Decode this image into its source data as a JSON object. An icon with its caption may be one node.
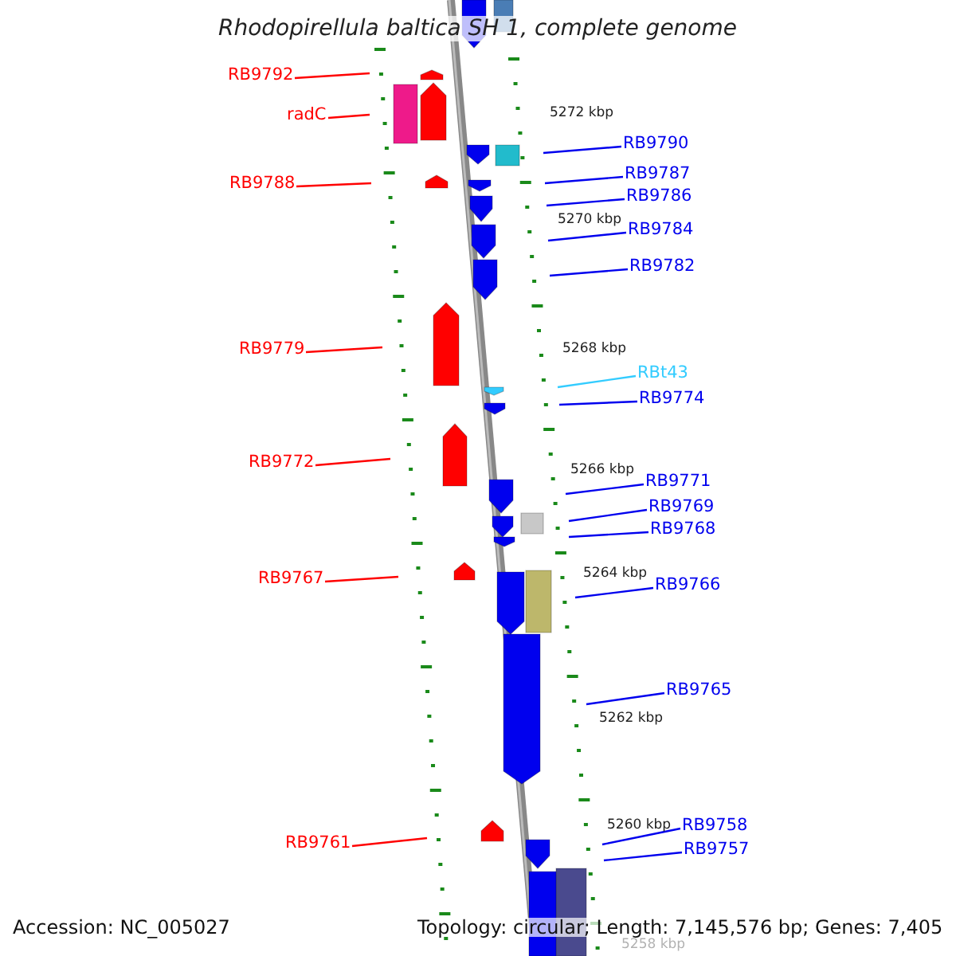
{
  "diagram": {
    "title": "Rhodopirellula baltica SH 1, complete genome",
    "nodes": [
      {
        "text": [
          "RB9792"
        ]
      },
      {
        "text": [
          "radC"
        ]
      },
      {
        "text": [
          "RB9790"
        ]
      },
      {
        "text": [
          "RB9787"
        ]
      },
      {
        "text": [
          "RB9788"
        ]
      },
      {
        "text": [
          "RB9786"
        ]
      },
      {
        "text": [
          "RB9784"
        ]
      },
      {
        "text": [
          "RB9782"
        ]
      },
      {
        "text": [
          "RB9779"
        ]
      },
      {
        "text": [
          "RBt43"
        ]
      },
      {
        "text": [
          "RB9774"
        ]
      },
      {
        "text": [
          "RB9772"
        ]
      },
      {
        "text": [
          "RB9771"
        ]
      },
      {
        "text": [
          "RB9769"
        ]
      },
      {
        "text": [
          "RB9768"
        ]
      },
      {
        "text": [
          "RB9767"
        ]
      },
      {
        "text": [
          "RB9766"
        ]
      },
      {
        "text": [
          "RB9765"
        ]
      },
      {
        "text": [
          "RB9758"
        ]
      },
      {
        "text": [
          "RB9761"
        ]
      },
      {
        "text": [
          "RB9757"
        ]
      }
    ],
    "edges": [
      {
        "from": 0,
        "to": null,
        "arrow": "none",
        "color": "#ff0000"
      },
      {
        "from": 1,
        "to": null,
        "arrow": "none",
        "color": "#ff0000"
      },
      {
        "from": 2,
        "to": null,
        "arrow": "none"
      },
      {
        "from": 3,
        "to": null,
        "arrow": "none"
      },
      {
        "from": 4,
        "to": null,
        "arrow": "none",
        "color": "#ff0000"
      },
      {
        "from": 5,
        "to": null,
        "arrow": "none"
      },
      {
        "from": 6,
        "to": null,
        "arrow": "none"
      },
      {
        "from": 7,
        "to": null,
        "arrow": "none"
      },
      {
        "from": 8,
        "to": null,
        "arrow": "none",
        "color": "#ff0000"
      },
      {
        "from": 9,
        "to": null,
        "arrow": "none",
        "color": "#33ccff"
      },
      {
        "from": 10,
        "to": null,
        "arrow": "none"
      },
      {
        "from": 11,
        "to": null,
        "arrow": "none",
        "color": "#ff0000"
      },
      {
        "from": 12,
        "to": null,
        "arrow": "none"
      },
      {
        "from": 13,
        "to": null,
        "arrow": "none"
      },
      {
        "from": 14,
        "to": null,
        "arrow": "none"
      },
      {
        "from": 15,
        "to": null,
        "arrow": "none",
        "color": "#ff0000"
      },
      {
        "from": 16,
        "to": null,
        "arrow": "none"
      },
      {
        "from": 17,
        "to": null,
        "arrow": "none"
      },
      {
        "from": 18,
        "to": null,
        "arrow": "none"
      },
      {
        "from": 19,
        "to": null,
        "arrow": "none",
        "color": "#ff0000"
      },
      {
        "from": 20,
        "to": null,
        "arrow": "none"
      }
    ],
    "labels": [
      "5272 kbp",
      "5270 kbp",
      "5268 kbp",
      "5266 kbp",
      "5264 kbp",
      "5262 kbp",
      "5260 kbp",
      "Accession: NC_005027",
      "Topology: circular; Length: 7,145,576 bp; Genes: 7,405",
      "5258 kbp"
    ]
  }
}
